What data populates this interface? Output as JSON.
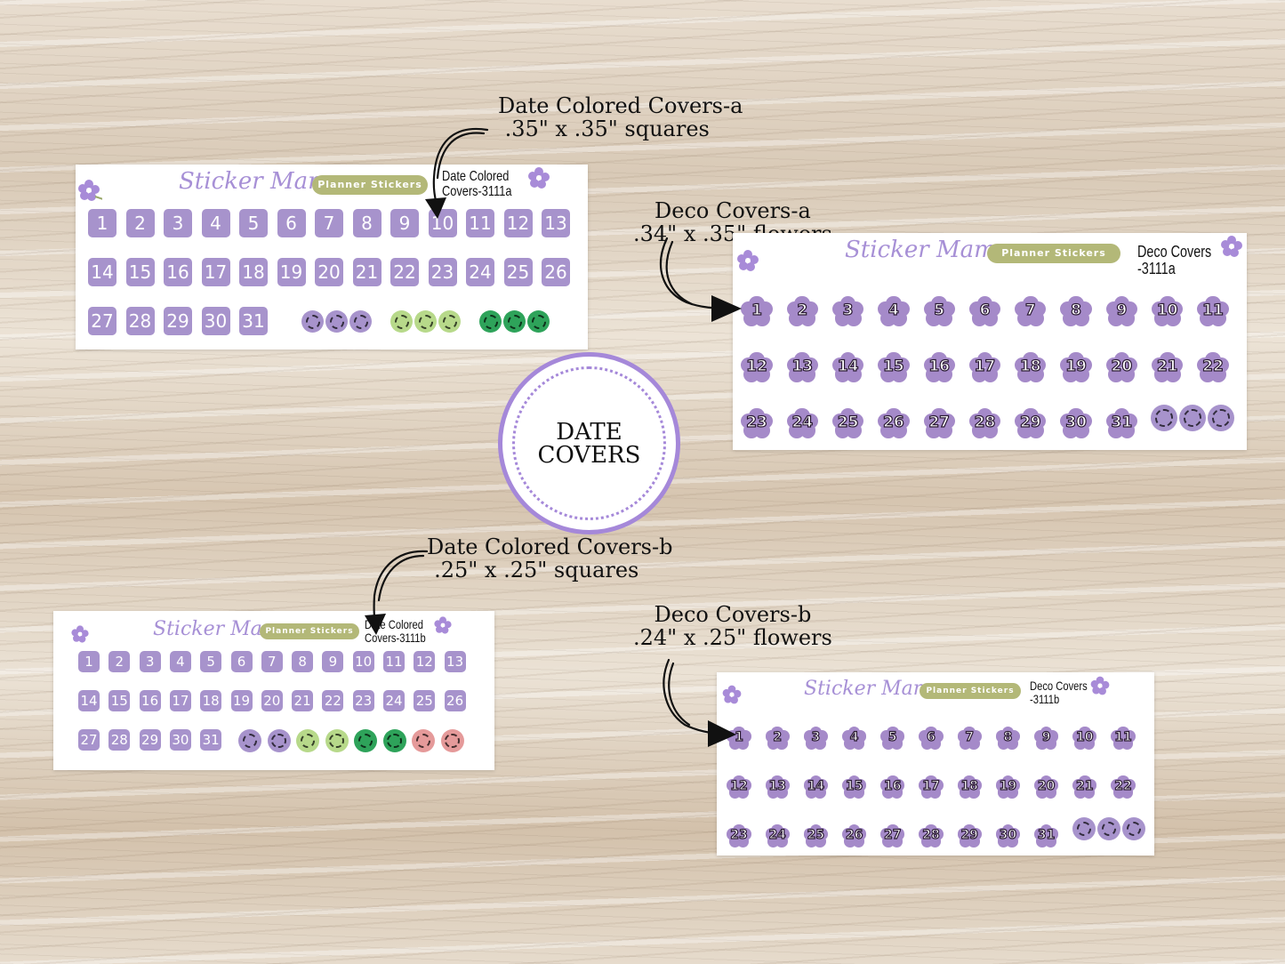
{
  "center": {
    "line1": "DATE",
    "line2": "COVERS"
  },
  "captions": {
    "a_colored": {
      "title": "Date Colored Covers-a",
      "size": ".35\" x .35\" squares"
    },
    "a_deco": {
      "title": "Deco Covers-a",
      "size": ".34\" x .35\" flowers"
    },
    "b_colored": {
      "title": "Date Colored Covers-b",
      "size": ".25\" x .25\" squares"
    },
    "b_deco": {
      "title": "Deco Covers-b",
      "size": ".24\" x .25\" flowers"
    }
  },
  "brand": {
    "name": "Sticker Mama",
    "tagline": "Planner Stickers"
  },
  "sheet_codes": {
    "a_colored": "Date Colored\nCovers-3111a",
    "a_deco": "Deco Covers\n-3111a",
    "b_colored": "Date Colored\nCovers-3111b",
    "b_deco": "Deco Covers\n-3111b"
  },
  "dates": [
    "1",
    "2",
    "3",
    "4",
    "5",
    "6",
    "7",
    "8",
    "9",
    "10",
    "11",
    "12",
    "13",
    "14",
    "15",
    "16",
    "17",
    "18",
    "19",
    "20",
    "21",
    "22",
    "23",
    "24",
    "25",
    "26",
    "27",
    "28",
    "29",
    "30",
    "31"
  ],
  "colors": {
    "lavender": "#a793cc",
    "light_green": "#b7d98a",
    "green": "#2ea35a",
    "pink": "#e59a9a",
    "olive": "#b3b878"
  },
  "extras": {
    "a_colored": [
      "lavender",
      "lavender",
      "lavender",
      "light_green",
      "light_green",
      "light_green",
      "green",
      "green",
      "green"
    ],
    "b_colored": [
      "lavender",
      "lavender",
      "light_green",
      "light_green",
      "green",
      "green",
      "pink",
      "pink"
    ],
    "a_deco": [
      "lavender",
      "lavender",
      "lavender"
    ],
    "b_deco": [
      "lavender",
      "lavender",
      "lavender"
    ]
  }
}
